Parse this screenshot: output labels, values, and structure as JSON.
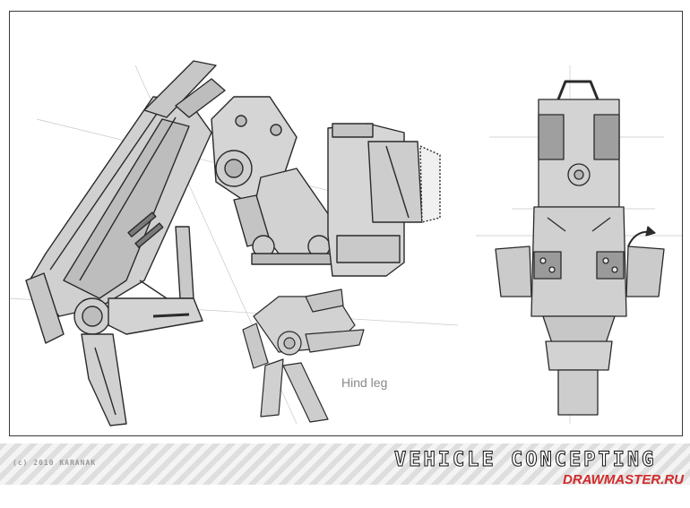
{
  "caption": "Hind leg",
  "footer": {
    "copyright": "(c) 2010 KARANAK",
    "title": "VEHICLE CONCEPTING",
    "brand": "DRAWMASTER.RU"
  },
  "colors": {
    "metal": "#d2d2d2",
    "metal_dark": "#a9a9a9",
    "line": "#2a2a2a",
    "brand": "#d12a2a"
  }
}
